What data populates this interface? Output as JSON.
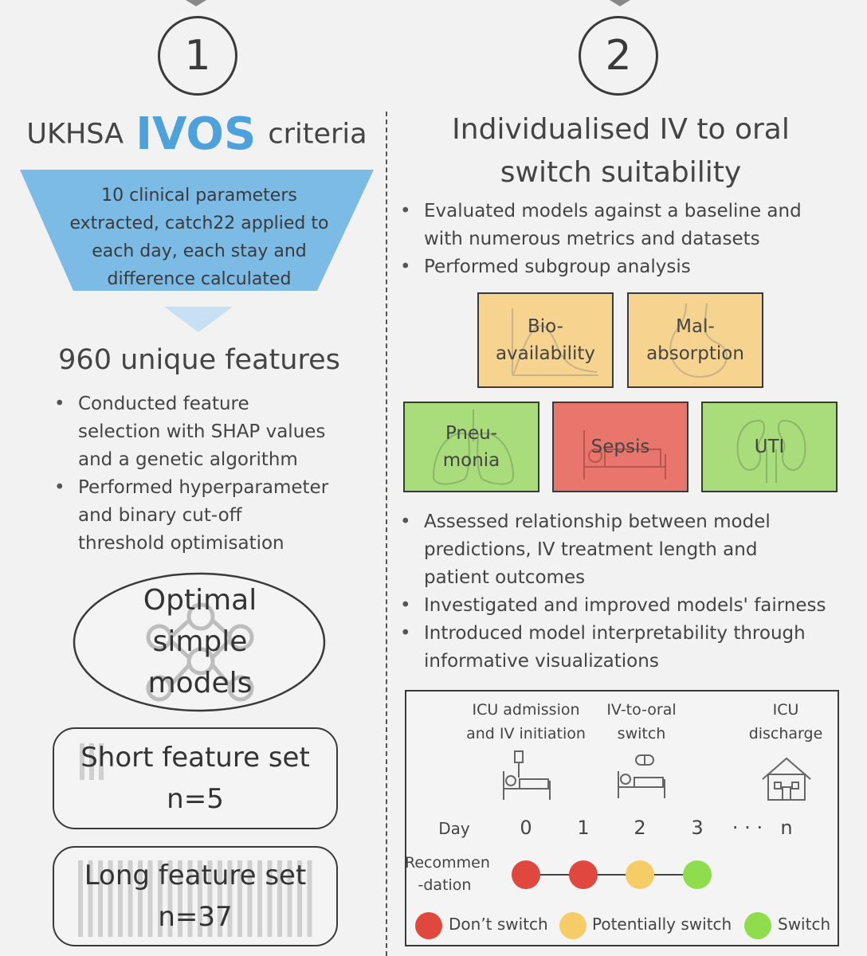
{
  "step1": {
    "number": "1",
    "title_left": "UKHSA",
    "title_highlight": "IVOS",
    "title_right": "criteria",
    "funnel_lines": [
      "10 clinical parameters",
      "extracted, catch22 applied to",
      "each day, each stay and",
      "difference calculated"
    ],
    "features_title": "960 unique features",
    "bullets": [
      [
        "Conducted feature",
        "selection with SHAP values",
        "and a genetic algorithm"
      ],
      [
        "Performed hyperparameter",
        "and binary cut-off",
        "threshold optimisation"
      ]
    ],
    "optimal_lines": [
      "Optimal",
      "simple",
      "models"
    ],
    "short_set": {
      "title": "Short feature set",
      "n": "n=5"
    },
    "long_set": {
      "title": "Long feature set",
      "n": "n=37"
    }
  },
  "step2": {
    "number": "2",
    "title_lines": [
      "Individualised IV to oral",
      "switch suitability"
    ],
    "bullets_top": [
      [
        "Evaluated models against a baseline and",
        "with numerous metrics and datasets"
      ],
      [
        "Performed subgroup analysis"
      ]
    ],
    "subgroups": {
      "bio": [
        "Bio-",
        "availability"
      ],
      "mal": [
        "Mal-",
        "absorption"
      ],
      "pneu": [
        "Pneu-",
        "monia"
      ],
      "sepsis": "Sepsis",
      "uti": "UTI"
    },
    "bullets_bottom": [
      [
        "Assessed relationship between model",
        "predictions, IV treatment length and",
        "patient outcomes"
      ],
      [
        "Investigated and improved models' fairness"
      ],
      [
        "Introduced model interpretability through",
        "informative visualizations"
      ]
    ]
  },
  "timeline": {
    "events": {
      "admission": [
        "ICU admission",
        "and IV initiation"
      ],
      "switch": [
        "IV-to-oral",
        "switch"
      ],
      "discharge": [
        "ICU",
        "discharge"
      ]
    },
    "day_label": "Day",
    "days": [
      "0",
      "1",
      "2",
      "3",
      "· · ·",
      "n"
    ],
    "recommendation_label": [
      "Recommen",
      "-dation"
    ],
    "recommendations": [
      "Don't switch",
      "Don't switch",
      "Potentially switch",
      "Switch"
    ],
    "legend": [
      {
        "label": "Don’t switch",
        "color": "#e0473f"
      },
      {
        "label": "Potentially switch",
        "color": "#f6cc67"
      },
      {
        "label": "Switch",
        "color": "#8fdc4c"
      }
    ]
  },
  "colors": {
    "ivos_blue": "#4ea2db",
    "funnel_blue": "#7cbbe6",
    "subgroup_orange": "#f6d48f",
    "subgroup_green": "#a9dd7c",
    "subgroup_red": "#e8766c",
    "dont_switch": "#e0473f",
    "potentially_switch": "#f6cc67",
    "switch": "#8fdc4c"
  }
}
